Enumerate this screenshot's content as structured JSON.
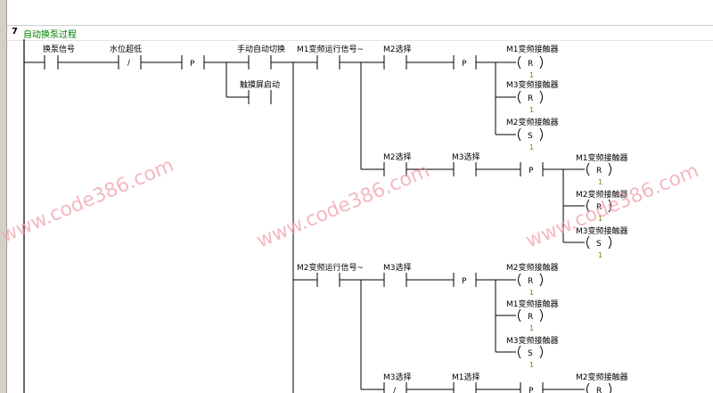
{
  "network": {
    "number": "7",
    "title": "自动换泵过程"
  },
  "watermark": "www.code386.com",
  "labels": {
    "swap_signal": "换泵信号",
    "water_low": "水位超低",
    "manual_auto": "手动自动切换",
    "touch_start": "触摸屏启动",
    "m1_run": "M1变频运行信号~",
    "m2_run": "M2变频运行信号~",
    "m1_select": "M1选择",
    "m2_select": "M2选择",
    "m3_select": "M3选择",
    "m1_vfd": "M1变频接触器",
    "m2_vfd": "M2变频接触器",
    "m3_vfd": "M3变频接触器"
  },
  "symbols": {
    "pos": "P",
    "not": "/",
    "reset": "R",
    "set": "S",
    "count": "1"
  }
}
